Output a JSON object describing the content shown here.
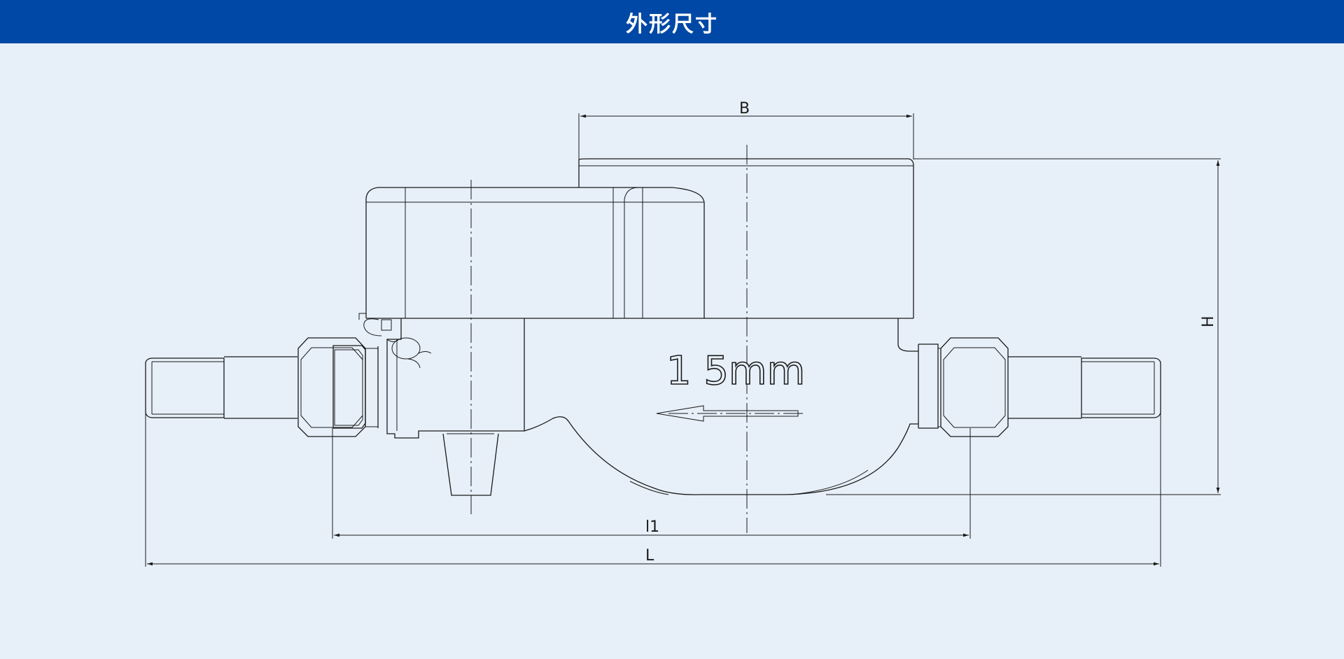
{
  "header": {
    "title": "外形尺寸"
  },
  "drawing": {
    "size_label": "1 5mm",
    "dimensions": {
      "width": "B",
      "height": "H",
      "connector_length": "l1",
      "total_length": "L"
    }
  },
  "colors": {
    "header_bg": "#0048a5",
    "header_text": "#ffffff",
    "page_bg": "#e7f0f9",
    "line": "#1a1a1a"
  },
  "icons": {
    "flow_direction": "left-arrow-icon"
  }
}
